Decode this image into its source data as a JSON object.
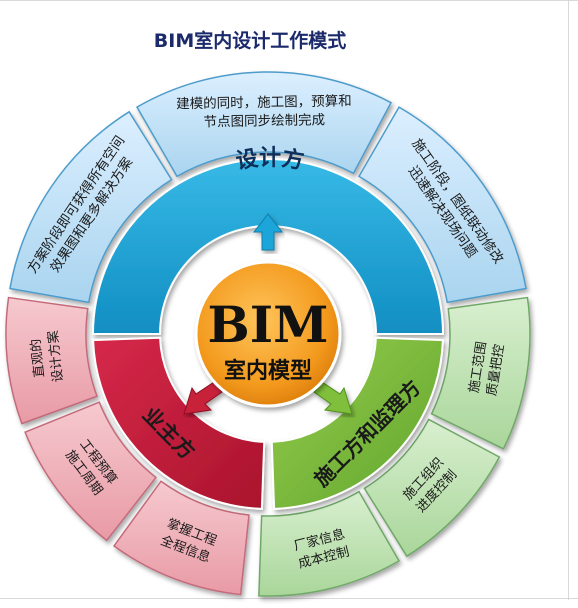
{
  "title": "BIM室内设计工作模式",
  "center": {
    "line1": "BIM",
    "line2": "室内模型"
  },
  "roles": {
    "designer": "设计方",
    "owner": "业主方",
    "construction": "施工方和监理方"
  },
  "outer_segments": {
    "design_left": "方案阶段即可获得所有空间|效果图和更多解决方案",
    "design_top": "建模的同时，施工图，预算和|节点图同步绘制完成",
    "design_right": "施工阶段，图纸联动修改|迅速解决现场问题",
    "owner_1": "直观的|设计方案",
    "owner_2": "工程预算|施工周期",
    "owner_3": "掌握工程|全程信息",
    "construction_1": "厂家信息|成本控制",
    "construction_2": "施工组织|进度控制",
    "construction_3": "施工范围|质量把控"
  },
  "colors": {
    "title": "#1b2a6b",
    "design_blue": "#1aa5d8",
    "design_light": "#b7dcf0",
    "owner_red": "#c8203a",
    "owner_light": "#efb0b8",
    "construction_green": "#7fbf3a",
    "construction_light": "#c3e3b5",
    "center_orange": "#f39a1e"
  },
  "icons": [
    "arrow-up-icon",
    "arrow-down-left-icon",
    "arrow-down-right-icon"
  ]
}
